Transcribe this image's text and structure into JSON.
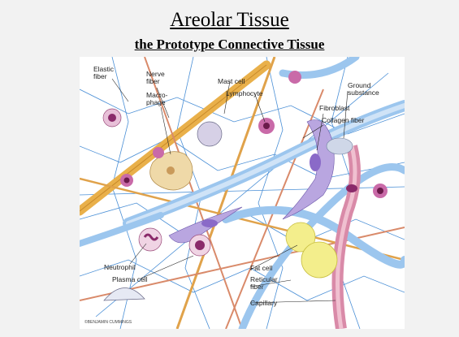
{
  "slide": {
    "title": "Areolar Tissue",
    "subtitle": "the Prototype Connective Tissue"
  },
  "figure": {
    "labels": {
      "elastic_fiber": [
        "Elastic",
        "fiber"
      ],
      "nerve_fiber": [
        "Nerve",
        "fiber"
      ],
      "macrophage": [
        "Macro-",
        "phage"
      ],
      "mast_cell": "Mast cell",
      "lymphocyte": "Lymphocyte",
      "ground_substance": [
        "Ground",
        "substance"
      ],
      "fibroblast": "Fibroblast",
      "collagen_fiber": "Collagen fiber",
      "neutrophil": "Neutrophil",
      "plasma_cell": "Plasma cell",
      "fat_cell": "Fat cell",
      "reticular_fiber": [
        "Reticular",
        "fiber"
      ],
      "capillary": "Capillary"
    },
    "credit": "©BENJAMIN CUMMINGS",
    "colors": {
      "collagen": "#e9b04a",
      "elastic_fiber": "#7fb3e6",
      "fibroblast": "#b9a6e0",
      "nucleus": "#8a2a6a",
      "fat_cell": "#f3ee8c",
      "ground_substance": "#ffffff",
      "capillary": "#d98aa8"
    }
  }
}
